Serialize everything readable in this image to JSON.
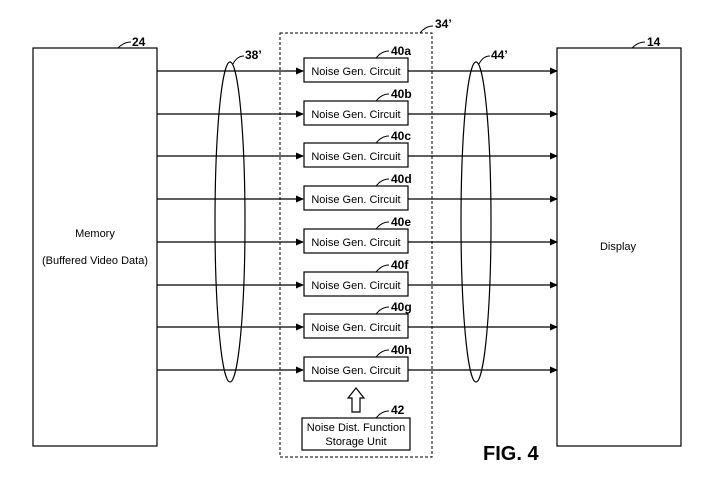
{
  "memory": {
    "ref": "24",
    "line1": "Memory",
    "line2": "(Buffered Video Data)"
  },
  "display": {
    "ref": "14",
    "label": "Display"
  },
  "noise_unit": {
    "ref": "34’"
  },
  "bus_in": {
    "ref": "38’"
  },
  "bus_out": {
    "ref": "44’"
  },
  "circuits": [
    {
      "ref": "40a",
      "label": "Noise Gen. Circuit"
    },
    {
      "ref": "40b",
      "label": "Noise Gen. Circuit"
    },
    {
      "ref": "40c",
      "label": "Noise Gen. Circuit"
    },
    {
      "ref": "40d",
      "label": "Noise Gen. Circuit"
    },
    {
      "ref": "40e",
      "label": "Noise Gen. Circuit"
    },
    {
      "ref": "40f",
      "label": "Noise Gen. Circuit"
    },
    {
      "ref": "40g",
      "label": "Noise Gen. Circuit"
    },
    {
      "ref": "40h",
      "label": "Noise Gen. Circuit"
    }
  ],
  "storage": {
    "ref": "42",
    "line1": "Noise Dist. Function",
    "line2": "Storage Unit"
  },
  "figure_label": "FIG. 4"
}
